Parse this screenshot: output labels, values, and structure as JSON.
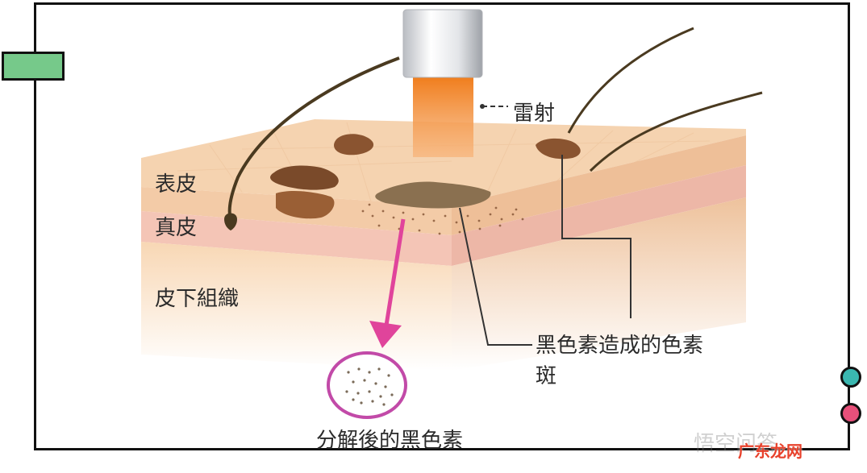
{
  "labels": {
    "laser": "雷射",
    "epidermis": "表皮",
    "dermis": "真皮",
    "subcutaneous": "皮下組織",
    "pigment_spot": "黑色素造成的色素斑",
    "decomposed_melanin": "分解後的黑色素"
  },
  "watermark": {
    "text": "悟空问答",
    "logo": "广东龙网"
  },
  "colors": {
    "frame": "#111111",
    "tab": "#76c98a",
    "teal_dot": "#3ab7b0",
    "pink_dot": "#e8507a",
    "arrow": "#e0449b",
    "laser_beam": "#f08a2a",
    "melanin": "#7a4a2a"
  }
}
